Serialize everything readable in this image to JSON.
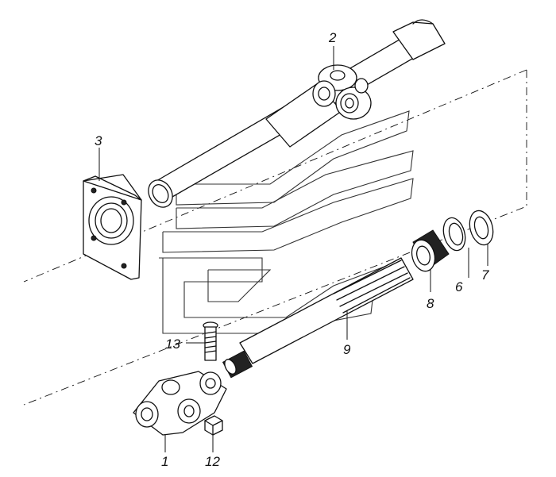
{
  "callouts": {
    "c1": "1",
    "c2": "2",
    "c3": "3",
    "c6": "6",
    "c7": "7",
    "c8": "8",
    "c9": "9",
    "c12": "12",
    "c13": "13"
  },
  "icons": {
    "watermark": "chevron-logo"
  }
}
